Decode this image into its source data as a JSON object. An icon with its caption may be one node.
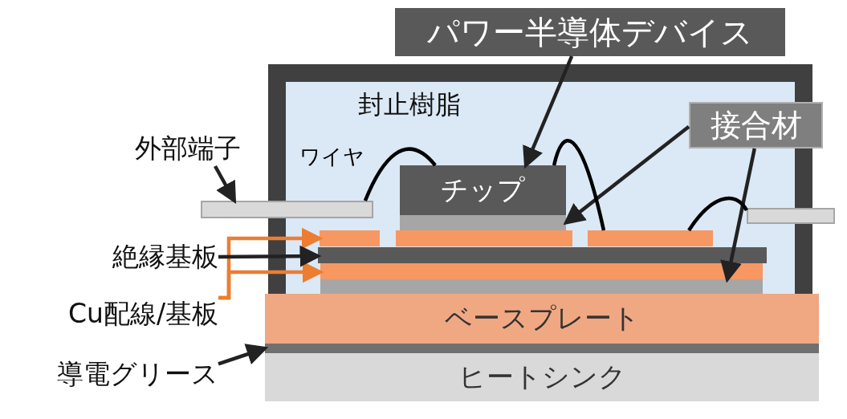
{
  "diagram": {
    "nodes": [
      {
        "text": [
          "パワー半導体デバイス"
        ]
      },
      {
        "text": [
          "封止樹脂"
        ]
      },
      {
        "text": [
          "チップ"
        ],
        "in": 1
      },
      {
        "text": [
          "接合材"
        ]
      },
      {
        "text": [
          "外部端子"
        ]
      },
      {
        "text": [],
        "shape": "bar"
      },
      {
        "text": [],
        "shape": "bar",
        "in": 1
      },
      {
        "text": [],
        "shape": "bar",
        "in": 1
      },
      {
        "text": [
          "絶縁基板"
        ]
      },
      {
        "text": [],
        "shape": "bar",
        "in": 1
      },
      {
        "text": [
          "Cu配線/基板"
        ]
      },
      {
        "text": [],
        "shape": "bar",
        "in": 1
      },
      {
        "text": [],
        "shape": "bar",
        "in": 1
      },
      {
        "text": [
          "ベースプレート"
        ]
      },
      {
        "text": [
          "導電グリース"
        ]
      },
      {
        "text": [],
        "shape": "bar"
      },
      {
        "text": [
          "ヒートシンク"
        ]
      },
      {
        "text": [],
        "shape": "bar",
        "in": 1
      },
      {
        "text": [],
        "shape": "bar",
        "in": 1
      },
      {
        "text": [],
        "shape": "bar"
      }
    ],
    "edges": [
      {
        "from": 0,
        "to": 2,
        "arrow": "to"
      },
      {
        "from": 3,
        "to": 6,
        "arrow": "to"
      },
      {
        "from": 3,
        "to": 12,
        "arrow": "to"
      },
      {
        "from": 4,
        "to": 5,
        "arrow": "to"
      },
      {
        "from": 10,
        "to": 7,
        "arrow": "to",
        "color": "#ed7d31"
      },
      {
        "from": 10,
        "to": 11,
        "arrow": "to",
        "color": "#ed7d31"
      },
      {
        "from": 8,
        "to": 9,
        "arrow": "to"
      },
      {
        "from": 14,
        "to": 15,
        "arrow": "to"
      },
      {
        "from": 5,
        "to": 2,
        "arrow": "none"
      },
      {
        "from": 2,
        "to": 18,
        "arrow": "none"
      },
      {
        "from": 18,
        "to": 19,
        "arrow": "none"
      }
    ],
    "labels": [
      "ワイヤ"
    ]
  }
}
